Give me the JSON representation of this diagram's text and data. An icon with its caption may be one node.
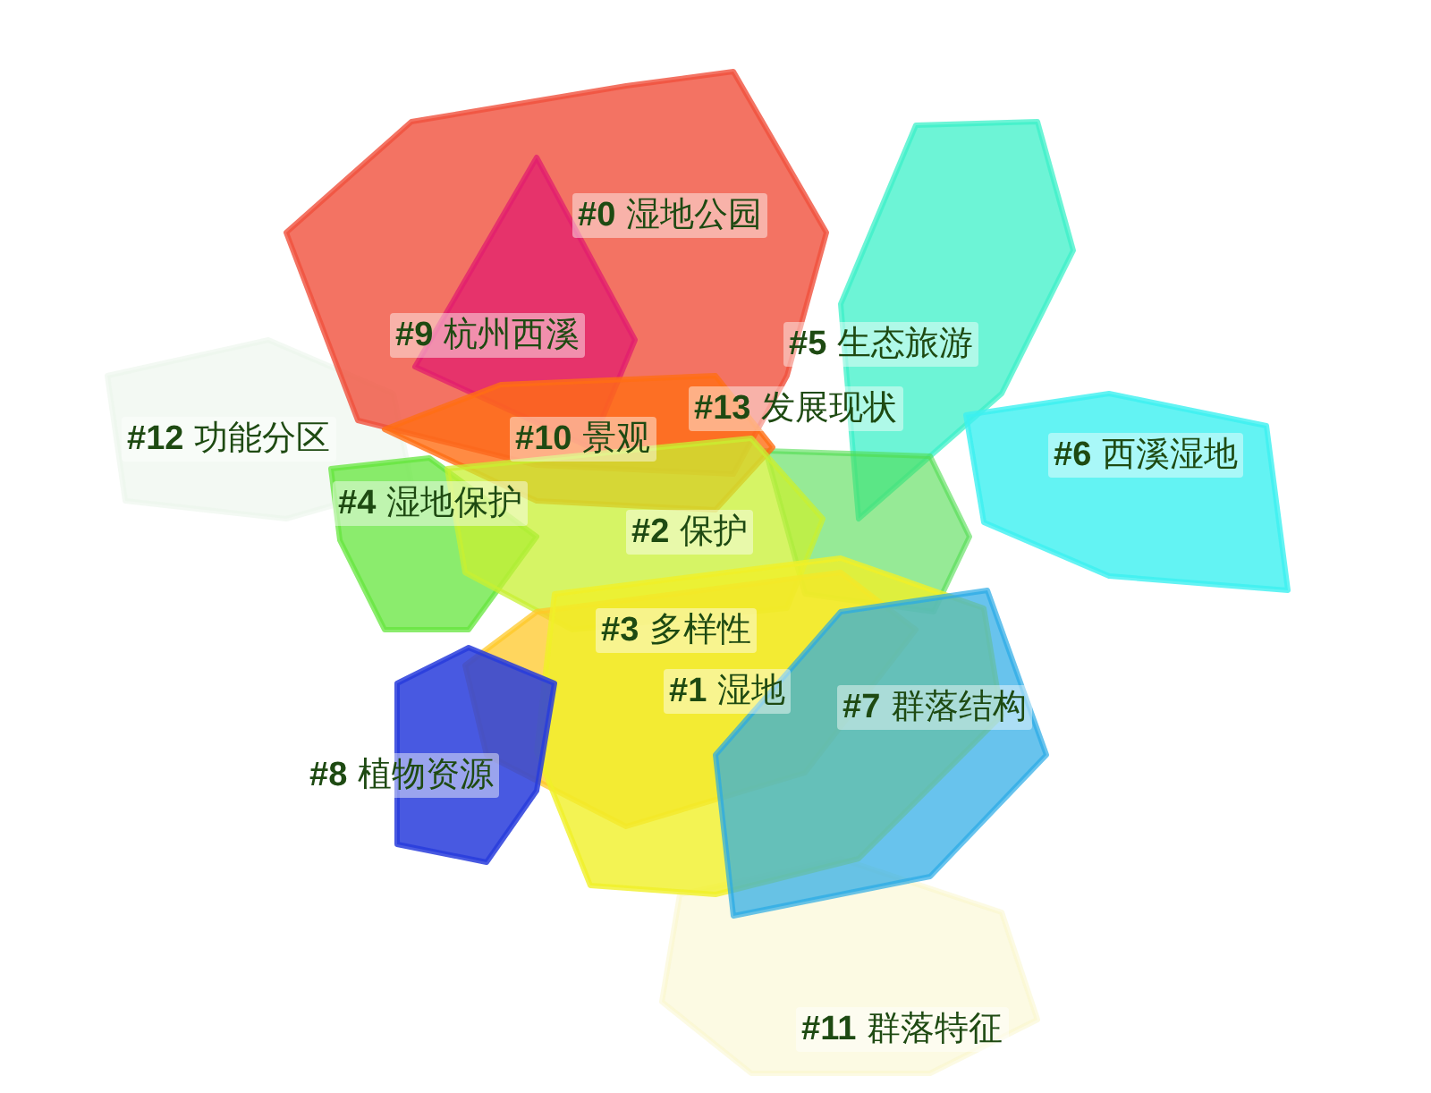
{
  "diagram": {
    "labels": [
      "**#0** 湿地公园",
      "**#9** 杭州西溪",
      "**#5** 生态旅游",
      "**#13** 发展现状",
      "**#12** 功能分区",
      "**#10** 景观",
      "**#6** 西溪湿地",
      "**#4** 湿地保护",
      "**#2** 保护",
      "**#3** 多样性",
      "**#1** 湿地",
      "**#7** 群落结构",
      "**#8** 植物资源",
      "**#11** 群落特征"
    ]
  }
}
